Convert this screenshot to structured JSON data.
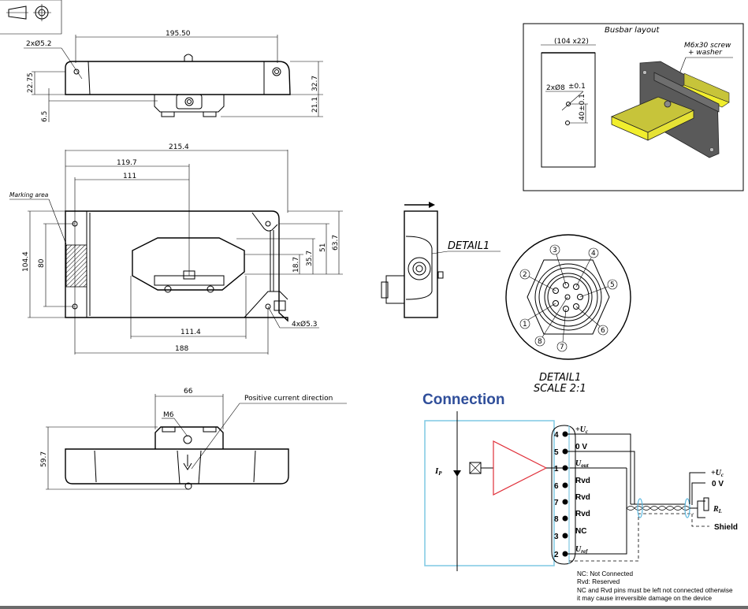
{
  "projection_symbol": {
    "icon": "first-angle-projection-icon"
  },
  "top_view": {
    "dims": [
      "195.50",
      "2xØ5.2",
      "22.75",
      "6.5",
      "32.7",
      "21.1"
    ]
  },
  "front_view": {
    "dims": {
      "overall_width": "215.4",
      "w1": "119.7",
      "w2": "111",
      "h_total": "104.4",
      "h_holes": "80",
      "v1": "18.7",
      "v2": "35.7",
      "v3": "51",
      "v4": "63.7",
      "aperture_w": "111.4",
      "hole_pitch": "188",
      "holes": "4xØ5.3"
    },
    "marking_area": "Marking area"
  },
  "side_view": {
    "detail_callout": "DETAIL1"
  },
  "detail": {
    "title": "DETAIL1",
    "scale": "SCALE 2:1",
    "pins": [
      "1",
      "2",
      "3",
      "4",
      "5",
      "6",
      "7",
      "8"
    ]
  },
  "bottom_view": {
    "dim_66": "66",
    "thread": "M6",
    "dim_height": "59.7",
    "current_label": "Positive current direction"
  },
  "busbar": {
    "title": "Busbar layout",
    "size": "(104 x22)",
    "holes": "2xØ8",
    "holes_tol": "±0.1",
    "pitch": "40",
    "pitch_tol": "±0.1",
    "screw_line1": "M6x30 screw",
    "screw_line2": "+ washer"
  },
  "connection": {
    "title": "Connection",
    "ip_label": "I",
    "ip_sub": "P",
    "pins": [
      {
        "num": "4",
        "label": "+U",
        "sub": "c"
      },
      {
        "num": "5",
        "label": "0 V",
        "sub": ""
      },
      {
        "num": "1",
        "label": "U",
        "sub": "out"
      },
      {
        "num": "6",
        "label": "Rvd",
        "sub": ""
      },
      {
        "num": "7",
        "label": "Rvd",
        "sub": ""
      },
      {
        "num": "8",
        "label": "Rvd",
        "sub": ""
      },
      {
        "num": "3",
        "label": "NC",
        "sub": ""
      },
      {
        "num": "2",
        "label": "U",
        "sub": "ref"
      }
    ],
    "ext_uc": "+U",
    "ext_uc_sub": "c",
    "ext_0v": "0 V",
    "rl": "R",
    "rl_sub": "L",
    "shield": "Shield",
    "colors": {
      "title": "#2f4e9a",
      "box": "#7ec8e3",
      "amp": "#e0303a"
    },
    "notes": [
      "NC: Not Connected",
      "Rvd: Reserved",
      "NC and Rvd pins must be left not connected otherwise",
      "it may cause irreversible damage on the device"
    ]
  }
}
